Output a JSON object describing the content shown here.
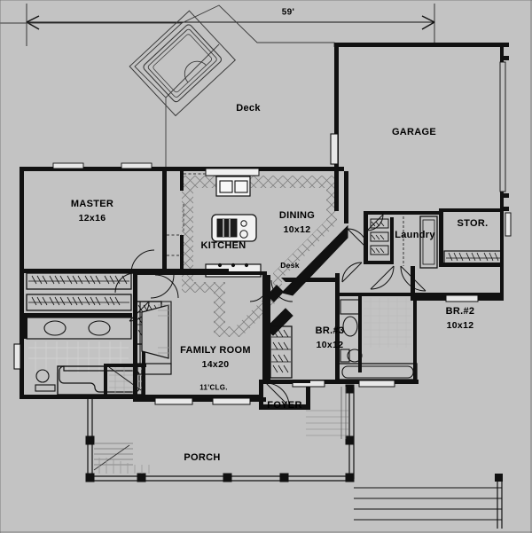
{
  "document": {
    "type": "architectural-floor-plan",
    "title": "Main Floor Plan",
    "background_color": "#c3c3c3",
    "line_color": "#000000"
  },
  "dimensions": {
    "overall_width": {
      "label": "59'",
      "value": 59,
      "unit": "feet",
      "orientation": "horizontal",
      "position": "top"
    }
  },
  "rooms": [
    {
      "key": "master",
      "name": "MASTER",
      "size": "12x16",
      "note": ""
    },
    {
      "key": "kitchen",
      "name": "KITCHEN",
      "size": "",
      "note": ""
    },
    {
      "key": "dining",
      "name": "DINING",
      "size": "10x12",
      "note": ""
    },
    {
      "key": "garage",
      "name": "GARAGE",
      "size": "",
      "note": ""
    },
    {
      "key": "laundry",
      "name": "Laundry",
      "size": "",
      "note": ""
    },
    {
      "key": "storage",
      "name": "STOR.",
      "size": "",
      "note": ""
    },
    {
      "key": "bedroom2",
      "name": "BR.#2",
      "size": "10x12",
      "note": ""
    },
    {
      "key": "bedroom3",
      "name": "BR.#3",
      "size": "10x12",
      "note": ""
    },
    {
      "key": "familyroom",
      "name": "FAMILY ROOM",
      "size": "14x20",
      "note": "11'CLG."
    },
    {
      "key": "foyer",
      "name": "FOYER",
      "size": "",
      "note": ""
    },
    {
      "key": "porch",
      "name": "PORCH",
      "size": "",
      "note": ""
    },
    {
      "key": "deck",
      "name": "Deck",
      "size": "",
      "note": ""
    },
    {
      "key": "desk",
      "name": "Desk",
      "size": "",
      "note": ""
    }
  ],
  "labels": {
    "master_name": "MASTER",
    "master_size": "12x16",
    "kitchen_name": "KITCHEN",
    "dining_name": "DINING",
    "dining_size": "10x12",
    "desk_name": "Desk",
    "garage_name": "GARAGE",
    "laundry_name": "Laundry",
    "storage_name": "STOR.",
    "br2_name": "BR.#2",
    "br2_size": "10x12",
    "br3_name": "BR.#3",
    "br3_size": "10x12",
    "family_name": "FAMILY ROOM",
    "family_size": "14x20",
    "family_ceiling": "11'CLG.",
    "foyer_name": "FOYER",
    "porch_name": "PORCH",
    "deck_name": "Deck",
    "width_dim": "59'"
  },
  "fixtures": [
    {
      "name": "hot-tub",
      "room": "deck",
      "shape": "rotated-rectangle"
    },
    {
      "name": "kitchen-sink",
      "room": "kitchen",
      "shape": "double-basin"
    },
    {
      "name": "cooktop-island",
      "room": "kitchen",
      "shape": "island-with-range"
    },
    {
      "name": "fireplace",
      "room": "familyroom",
      "shape": "angled-hearth"
    },
    {
      "name": "bathtub",
      "room": "master-bath",
      "shape": "oval-in-rect"
    },
    {
      "name": "double-vanity",
      "room": "master-bath",
      "shape": "two-oval-sinks"
    },
    {
      "name": "shower",
      "room": "master-bath",
      "shape": "tiled-square"
    },
    {
      "name": "toilet",
      "room": "hall-bath",
      "shape": "oval-tank"
    },
    {
      "name": "tub-shower",
      "room": "hall-bath",
      "shape": "rounded-rect"
    },
    {
      "name": "lavatory",
      "room": "hall-bath",
      "shape": "oval-sink"
    },
    {
      "name": "washer-dryer",
      "room": "laundry",
      "shape": "paired-boxes"
    },
    {
      "name": "closet-rods",
      "room": "multiple",
      "shape": "hatched-shelf"
    },
    {
      "name": "water-heater",
      "room": "laundry",
      "shape": "circle"
    },
    {
      "name": "stairs",
      "room": "porch",
      "shape": "tread-lines"
    }
  ]
}
